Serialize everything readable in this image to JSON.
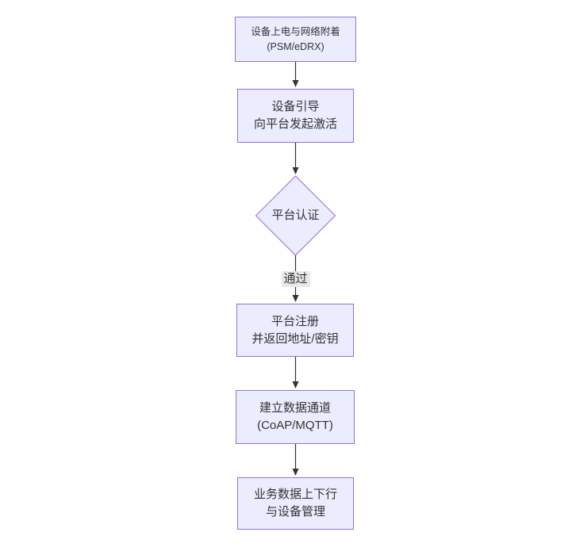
{
  "diagram": {
    "type": "flowchart",
    "direction": "top-down",
    "nodes": [
      {
        "id": "power-attach",
        "shape": "rect",
        "lines": [
          "设备上电与网络附着",
          "(PSM/eDRX)"
        ]
      },
      {
        "id": "bootstrap-activate",
        "shape": "rect",
        "lines": [
          "设备引导",
          "向平台发起激活"
        ]
      },
      {
        "id": "platform-auth",
        "shape": "diamond",
        "lines": [
          "平台认证"
        ]
      },
      {
        "id": "platform-register",
        "shape": "rect",
        "lines": [
          "平台注册",
          "并返回地址/密钥"
        ]
      },
      {
        "id": "data-channel",
        "shape": "rect",
        "lines": [
          "建立数据通道",
          "(CoAP/MQTT)"
        ]
      },
      {
        "id": "business-data",
        "shape": "rect",
        "lines": [
          "业务数据上下行",
          "与设备管理"
        ]
      }
    ],
    "edges": [
      {
        "from": "power-attach",
        "to": "bootstrap-activate"
      },
      {
        "from": "bootstrap-activate",
        "to": "platform-auth"
      },
      {
        "from": "platform-auth",
        "to": "platform-register",
        "label": "通过"
      },
      {
        "from": "platform-register",
        "to": "data-channel"
      },
      {
        "from": "data-channel",
        "to": "business-data"
      }
    ],
    "colors": {
      "canvas_bg": "#ffffff",
      "node_fill": "#ECECFF",
      "node_border": "#9370DB",
      "text": "#333333",
      "line": "#333333",
      "edge_label_bg": "#e8e8e8"
    }
  }
}
